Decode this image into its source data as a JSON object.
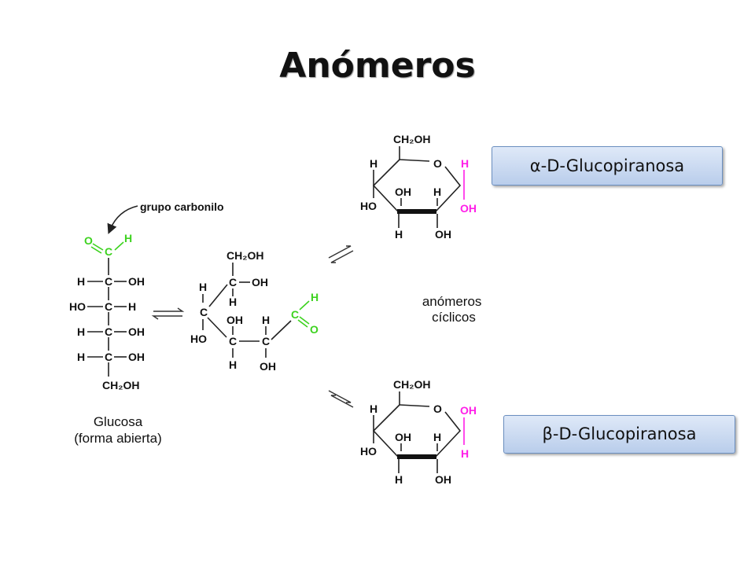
{
  "title": "Anómeros",
  "open_chain": {
    "annotation": "grupo  carbonilo",
    "caption_line1": "Glucosa",
    "caption_line2": "(forma abierta)"
  },
  "intermediate_center": "anómeros\ncíclicos",
  "anomer_alpha": {
    "name": "α-D-Glucopiranosa"
  },
  "anomer_beta": {
    "name": "β-D-Glucopiranosa"
  },
  "atoms": {
    "H": "H",
    "C": "C",
    "O": "O",
    "OH": "OH",
    "HO": "HO",
    "CH2OH": "CH₂OH",
    "CH2": "CH",
    "sub2": "2"
  },
  "colors": {
    "carbonyl": "#3dd21f",
    "anomeric": "#ff1ee8",
    "badge": "#c9d9f0"
  }
}
